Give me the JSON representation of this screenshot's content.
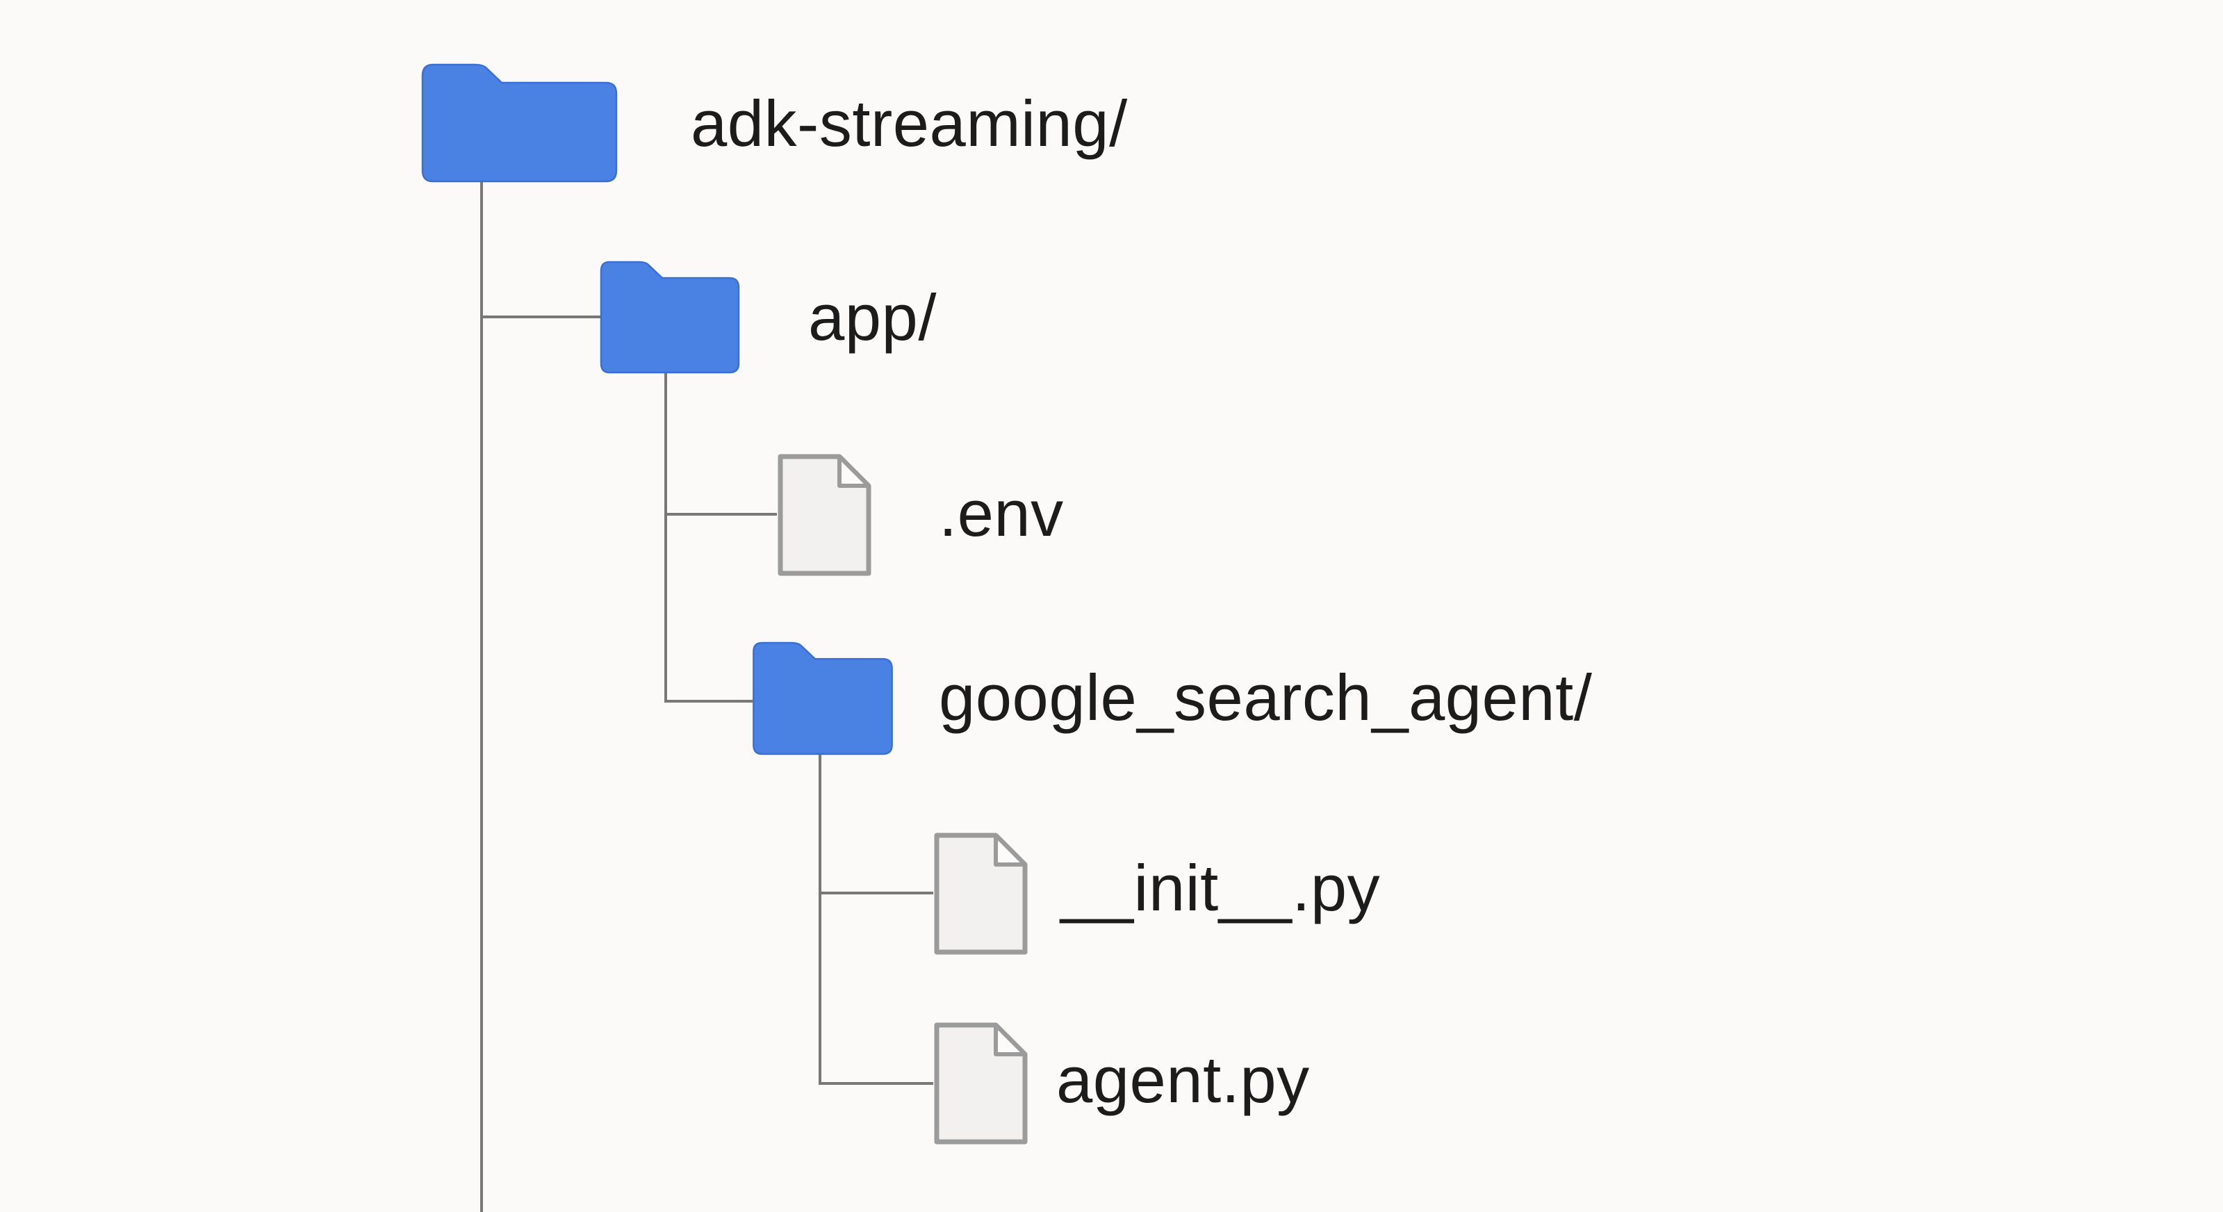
{
  "title": "ADK streaming project directory structure diagram",
  "colors": {
    "background_color": "#fbfaf8",
    "folder_color": "#4a82e4",
    "folder_edge_color": "#3c6fd2",
    "line_color": "#787878",
    "file_fill_color": "#f2f1ef",
    "file_stroke_color": "#9b9b9b",
    "file_fold_color": "#fcfbfa",
    "text_color": "#1c1c1c"
  },
  "nodes": {
    "root": {
      "label": "adk-streaming/",
      "type": "folder",
      "icon": "folder-icon",
      "depth": 0
    },
    "app": {
      "label": "app/",
      "type": "folder",
      "icon": "folder-icon",
      "depth": 1
    },
    "env": {
      "label": ".env",
      "type": "file",
      "icon": "file-icon",
      "depth": 2
    },
    "gsa": {
      "label": "google_search_agent/",
      "type": "folder",
      "icon": "folder-icon",
      "depth": 2
    },
    "init": {
      "label": "__init__.py",
      "type": "file",
      "icon": "file-icon",
      "depth": 3
    },
    "agent": {
      "label": "agent.py",
      "type": "file",
      "icon": "file-icon",
      "depth": 3
    }
  },
  "hierarchy": {
    "adk-streaming/": {
      "app/": {
        ".env": {},
        "google_search_agent/": {
          "__init__.py": {},
          "agent.py": {}
        }
      }
    }
  },
  "notes": {
    "trunk_continues_below": "The vertical connector under adk-streaming/ runs off the bottom edge of the image"
  }
}
